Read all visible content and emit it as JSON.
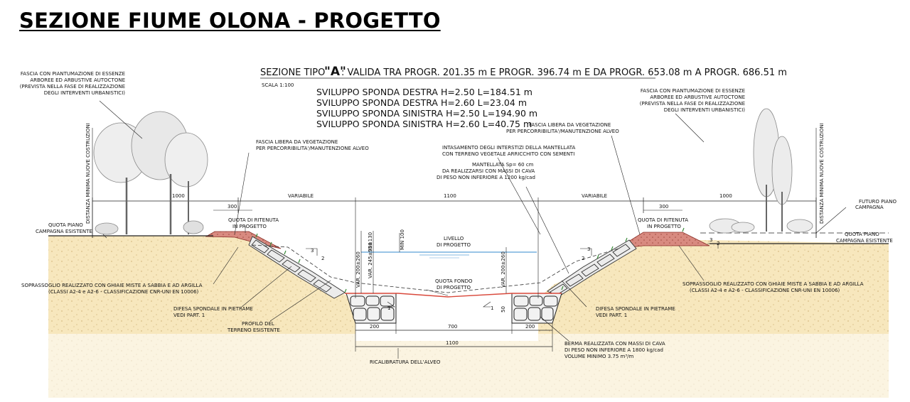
{
  "title": "SEZIONE FIUME OLONA - PROGETTO",
  "header": {
    "prefix": "SEZIONE TIPO",
    "tipo": "\"A\"",
    "text": ": VALIDA TRA PROGR. 201.35 m E PROGR. 396.74 m E DA PROGR. 653.08 m A PROGR. 686.51 m",
    "scale": "SCALA 1:100"
  },
  "sviluppo": [
    "SVILUPPO SPONDA DESTRA H=2.50 L=184.51 m",
    "SVILUPPO SPONDA DESTRA H=2.60 L=23.04 m",
    "SVILUPPO SPONDA SINISTRA H=2.50 L=194.90 m",
    "SVILUPPO SPONDA SINISTRA H=2.60 L=40.75 m"
  ],
  "notes": {
    "fascia_piantumazione": [
      "FASCIA CON PIANTUMAZIONE DI ESSENZE",
      "ARBOREE ED ARBUSTIVE AUTOCTONE",
      "(PREVISTA NELLA FASE DI REALIZZAZIONE",
      "DEGLI INTERVENTI URBANISTICI)"
    ],
    "fascia_libera": [
      "FASCIA LIBERA DA VEGETAZIONE",
      "PER PERCORRIBILITA'/MANUTENZIONE ALVEO"
    ],
    "intasamento": [
      "INTASAMENTO DEGLI INTERSTIZI DELLA MANTELLATA",
      "CON TERRENO VEGETALE ARRICCHITO CON SEMENTI"
    ],
    "mantellata": [
      "MANTELLATA Sp= 60 cm",
      "DA REALIZZARSI CON MASSI DI CAVA",
      "DI PESO NON INFERIORE A 1200 kg/cad"
    ],
    "distanza": "DISTANZA MINIMA NUOVE COSTRUZIONI",
    "futuro_piano": [
      "FUTURO PIANO",
      "CAMPAGNA"
    ],
    "quota_piano": [
      "QUOTA PIANO",
      "CAMPAGNA ESISTENTE"
    ],
    "quota_ritenuta": [
      "QUOTA DI RITENUTA",
      "IN PROGETTO"
    ],
    "livello": [
      "LIVELLO",
      "DI PROGETTO"
    ],
    "quota_fondo": [
      "QUOTA FONDO",
      "DI PROGETTO"
    ],
    "soprassoglio": [
      "SOPRASSOGLIO REALIZZATO CON GHIAIE MISTE A SABBIA E AD ARGILLA",
      "(CLASSI A2-4 e A2-6 - CLASSIFICAZIONE CNR-UNI EN 10006)"
    ],
    "difesa": [
      "DIFESA SPONDALE IN PIETRAME",
      "VEDI PART. 1"
    ],
    "profilo": [
      "PROFILO DEL",
      "TERRENO ESISTENTE"
    ],
    "berma": [
      "BERMA REALIZZATA CON MASSI DI CAVA",
      "DI PESO NON INFERIORE A 1800 kg/cad",
      "VOLUME MINIMO 3.75 m³/m"
    ],
    "ricalibratura": "RICALIBRATURA DELL'ALVEO"
  },
  "dims": {
    "d1000": "1000",
    "variabile": "VARIABILE",
    "d1100": "1100",
    "d300": "300",
    "d200": "200",
    "d700": "700",
    "slope3": "3",
    "slope2": "2",
    "slope1": "1",
    "var_left_a": "VAR. 200±260",
    "var_left_b": "VAR. 245±380",
    "var_small": "95±130",
    "min100": "MIN 100",
    "var_right": "VAR. 200±260",
    "d50": "50"
  }
}
